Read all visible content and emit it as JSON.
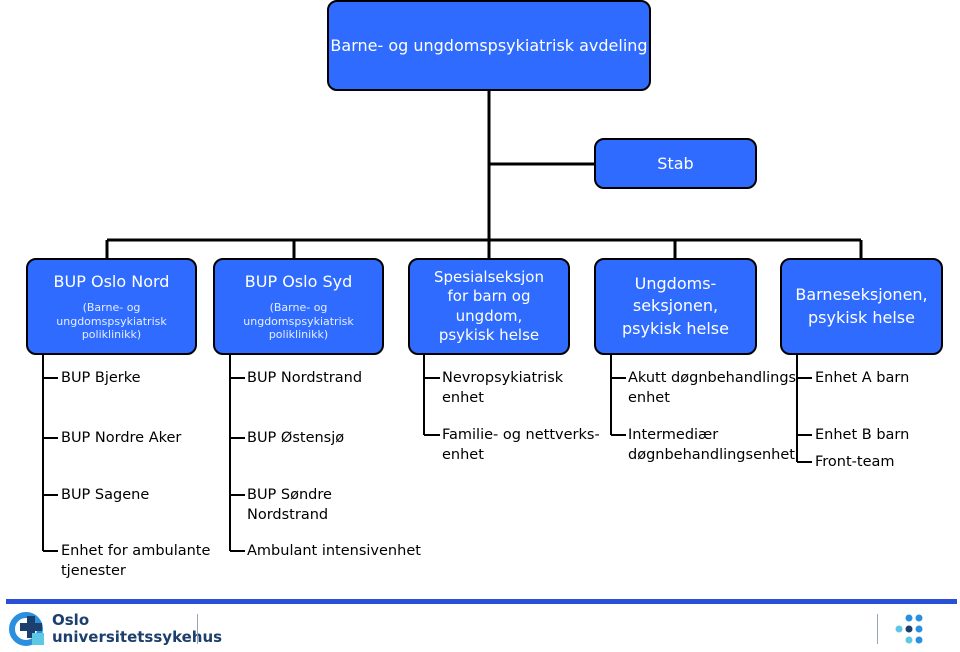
{
  "top": {
    "title": "Barne- og ungdomspsykiatrisk avdeling"
  },
  "stab": {
    "title": "Stab"
  },
  "sections": [
    {
      "title": "BUP Oslo Nord",
      "subtitle": "(Barne- og\nungdomspsykiatrisk\npoliklinikk)"
    },
    {
      "title": "BUP Oslo Syd",
      "subtitle": "(Barne- og\nungdomspsykiatrisk\npoliklinikk)"
    },
    {
      "title": "Spesialseksjon\nfor barn og\nungdom,\npsykisk helse"
    },
    {
      "title": "Ungdoms-\nseksjonen,\npsykisk helse"
    },
    {
      "title": "Barneseksjonen,\npsykisk helse"
    }
  ],
  "units": {
    "col1": [
      "BUP Bjerke",
      "BUP Nordre Aker",
      "BUP Sagene",
      "Enhet for ambulante\ntjenester"
    ],
    "col2": [
      "BUP Nordstrand",
      "BUP Østensjø",
      "BUP Søndre\nNordstrand",
      "Ambulant intensivenhet"
    ],
    "col3": [
      "Nevropsykiatrisk\nenhet",
      "Familie- og nettverks-\nenhet"
    ],
    "col4": [
      "Akutt døgnbehandlings-\nenhet",
      "Intermediær\ndøgnbehandlingsenhet"
    ],
    "col5": [
      "Enhet A barn",
      "Enhet B barn",
      "Front-team"
    ]
  },
  "footer": {
    "logo_line1": "Oslo",
    "logo_line2": "universitetssykehus"
  },
  "colors": {
    "box_fill": "#2f6bff",
    "box_text": "#ffffff",
    "footer_band": "#2b50d8"
  }
}
